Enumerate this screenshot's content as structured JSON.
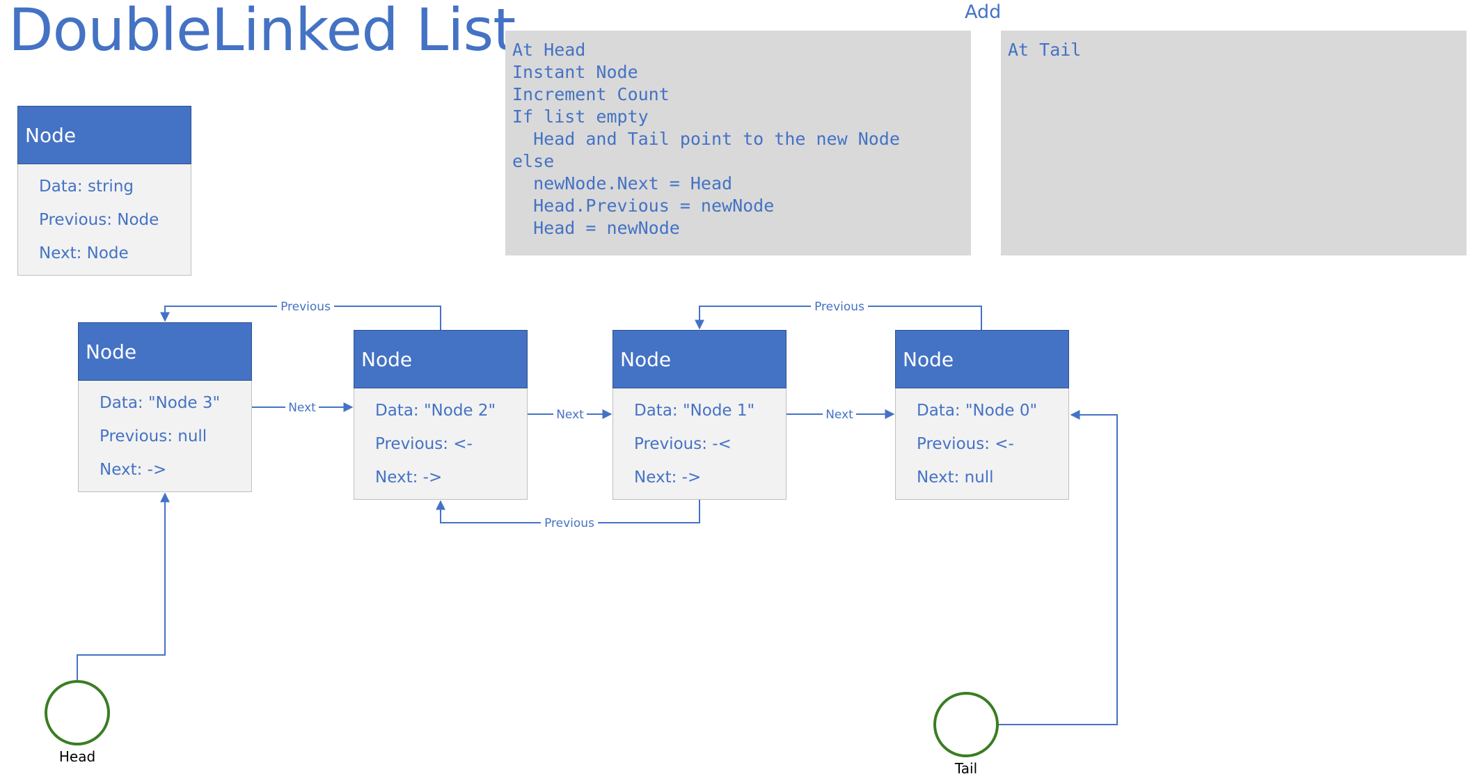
{
  "title": "DoubleLinked List",
  "add_label": "Add",
  "code": {
    "at_head": "At Head\nInstant Node\nIncrement Count\nIf list empty\n  Head and Tail point to the new Node\nelse\n  newNode.Next = Head\n  Head.Previous = newNode\n  Head = newNode",
    "at_tail": "At Tail"
  },
  "legend_node": {
    "header": "Node",
    "fields": [
      "Data: string",
      "Previous: Node",
      "Next: Node"
    ]
  },
  "nodes": [
    {
      "header": "Node",
      "fields": [
        "Data: \"Node 3\"",
        "Previous: null",
        "Next: ->"
      ]
    },
    {
      "header": "Node",
      "fields": [
        "Data: \"Node 2\"",
        "Previous: <-",
        "Next: ->"
      ]
    },
    {
      "header": "Node",
      "fields": [
        "Data: \"Node 1\"",
        "Previous: -<",
        "Next: ->"
      ]
    },
    {
      "header": "Node",
      "fields": [
        "Data: \"Node 0\"",
        "Previous: <-",
        "Next: null"
      ]
    }
  ],
  "connector_labels": {
    "next": "Next",
    "previous": "Previous"
  },
  "pointers": {
    "head": "Head",
    "tail": "Tail"
  },
  "colors": {
    "accent": "#4472c4",
    "code_background": "#d9d9d9",
    "node_body": "#f2f2f2",
    "pointer_circle": "#3a7d22"
  }
}
